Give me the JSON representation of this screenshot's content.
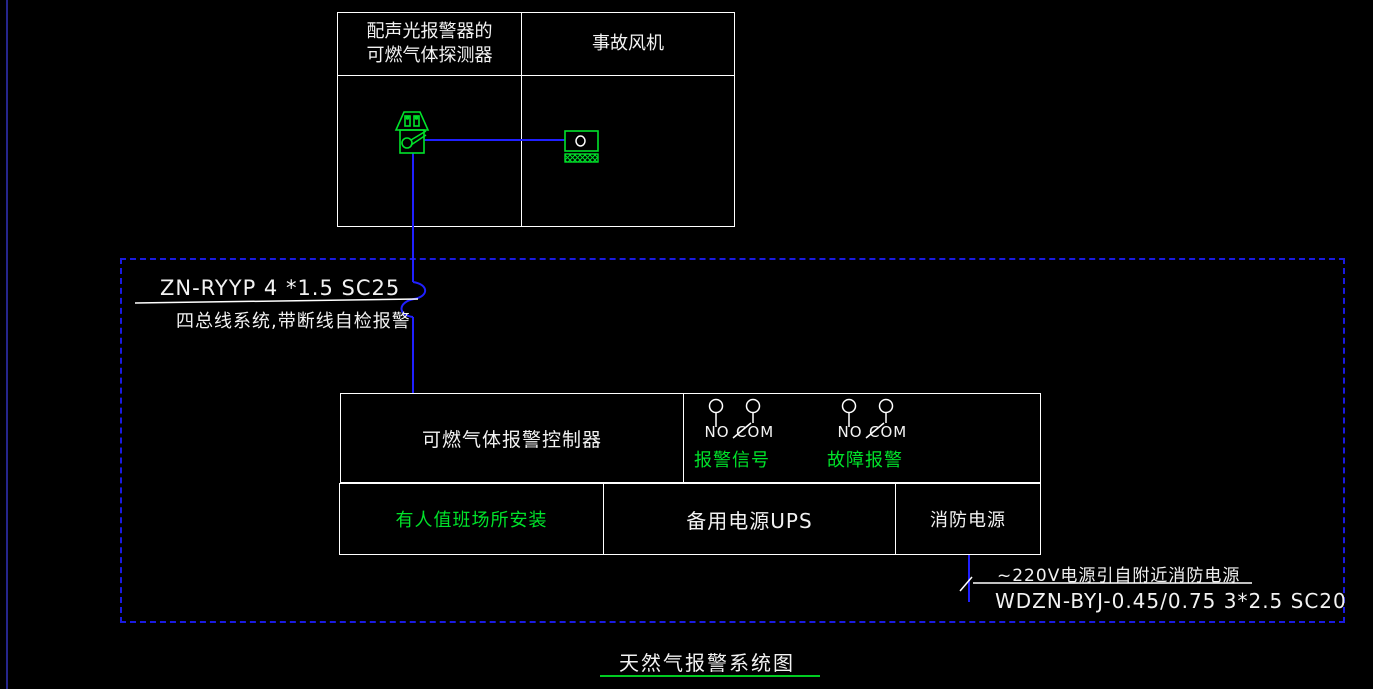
{
  "colors": {
    "background": "#000000",
    "line_white": "#ffffff",
    "wire_blue": "#2020ff",
    "boundary_dashed_blue": "#1a1ae0",
    "cad_green": "#00e32a",
    "title_underline_green": "#00cc22",
    "viewport_edge_navy": "#26268c"
  },
  "top_table": {
    "left_header_line1": "配声光报警器的",
    "left_header_line2": "可燃气体探测器",
    "right_header": "事故风机",
    "left_symbol": "gas-detector-with-sounder",
    "right_symbol": "accident-fan-starter"
  },
  "feeder": {
    "cable_spec": "ZN-RYYP 4 *1.5 SC25",
    "description": "四总线系统,带断线自检报警"
  },
  "controller": {
    "label": "可燃气体报警控制器",
    "outputs": [
      {
        "no": "NO",
        "com": "COM",
        "label": "报警信号"
      },
      {
        "no": "NO",
        "com": "COM",
        "label": "故障报警"
      }
    ]
  },
  "bottom_row": {
    "cells": [
      {
        "label": "有人值班场所安装"
      },
      {
        "label": "备用电源UPS"
      },
      {
        "label": "消防电源"
      }
    ]
  },
  "power": {
    "source_note": "~220V电源引自附近消防电源",
    "cable_spec": "WDZN-BYJ-0.45/0.75 3*2.5 SC20"
  },
  "title": "天然气报警系统图"
}
